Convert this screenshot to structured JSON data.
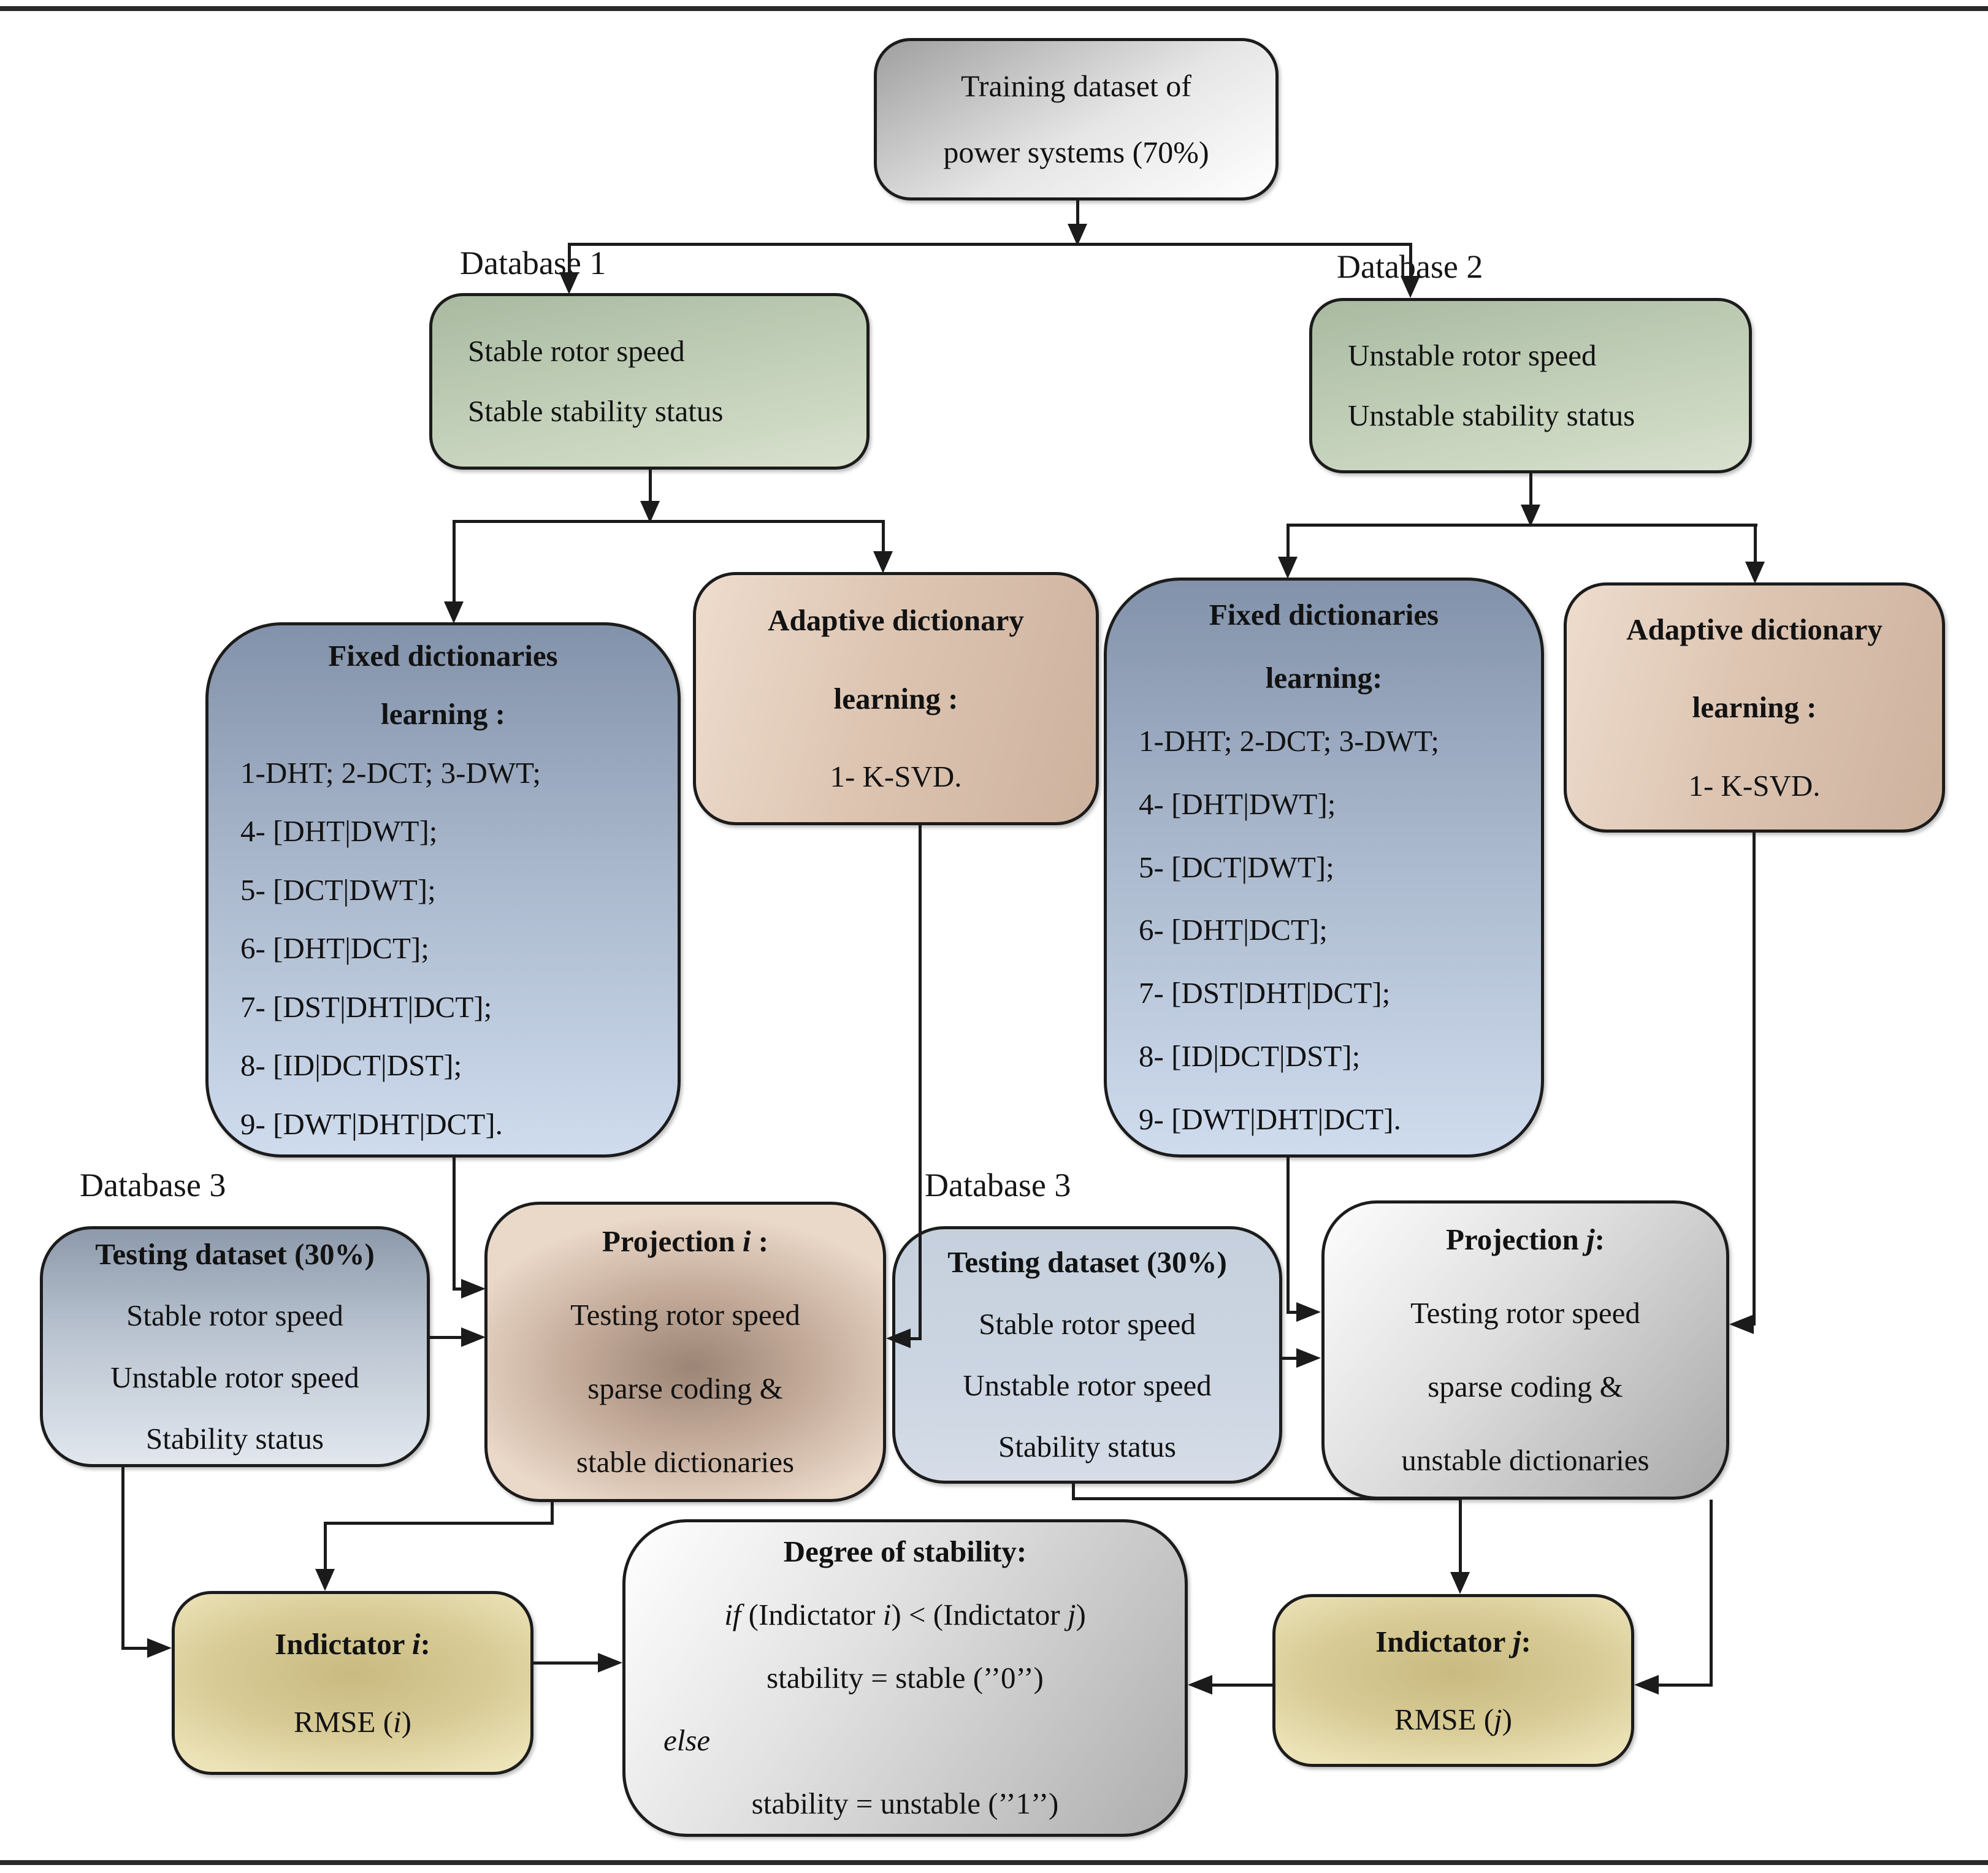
{
  "palette": {
    "line_color": "#1b1b1b",
    "training_fill": "#c9c9c9",
    "database_fill_green": "#bccab3",
    "fixed_dictionary_fill_blue": "#a9b7cc",
    "adaptive_dictionary_fill_tan": "#ddc5b2",
    "testing_left_fill_gray_blue": "#bac4d1",
    "testing_mid_fill_light_blue": "#ccd5e2",
    "projection_i_fill_tan": "#c3aa99",
    "projection_j_fill_gray": "#d5d5d5",
    "indicator_fill_khaki": "#d8cb96",
    "degree_fill_gray": "#dcdcdc"
  },
  "training": {
    "lines": [
      "Training dataset of",
      "power systems (70%)"
    ]
  },
  "labels": {
    "database1": "Database 1",
    "database2": "Database 2",
    "database3_left": "Database 3",
    "database3_mid": "Database 3"
  },
  "green1": {
    "lines": [
      "Stable rotor speed",
      "Stable stability status"
    ]
  },
  "green2": {
    "lines": [
      "Unstable rotor speed",
      "Unstable stability status"
    ]
  },
  "fixed_left": {
    "title_lines": [
      "Fixed dictionaries",
      "learning :"
    ],
    "items": [
      "1-DHT; 2-DCT; 3-DWT;",
      "4- [DHT|DWT];",
      "5- [DCT|DWT];",
      "6- [DHT|DCT];",
      "7- [DST|DHT|DCT];",
      "8- [ID|DCT|DST];",
      "9- [DWT|DHT|DCT]."
    ]
  },
  "fixed_right": {
    "title_lines": [
      "Fixed dictionaries",
      "learning:"
    ],
    "items": [
      "1-DHT; 2-DCT; 3-DWT;",
      "4- [DHT|DWT];",
      "5- [DCT|DWT];",
      "6- [DHT|DCT];",
      "7- [DST|DHT|DCT];",
      "8- [ID|DCT|DST];",
      "9- [DWT|DHT|DCT]."
    ]
  },
  "adaptive_left": {
    "title_lines": [
      "Adaptive dictionary",
      "learning :"
    ],
    "item": "1- K-SVD."
  },
  "adaptive_right": {
    "title_lines": [
      "Adaptive dictionary",
      "learning :"
    ],
    "item": "1- K-SVD."
  },
  "db3_left": {
    "lines": [
      "Testing dataset (30%)",
      "Stable rotor speed",
      "Unstable rotor speed",
      "Stability status"
    ]
  },
  "db3_mid": {
    "lines": [
      "Testing dataset (30%)",
      "Stable rotor speed",
      "Unstable rotor speed",
      "Stability status"
    ]
  },
  "proj_i": {
    "title_parts": [
      "Projection ",
      "i",
      " :"
    ],
    "lines": [
      "Testing rotor speed",
      "sparse coding &",
      "stable dictionaries"
    ]
  },
  "proj_j": {
    "title_parts": [
      "Projection ",
      "j",
      ":"
    ],
    "lines": [
      "Testing rotor speed",
      "sparse coding &",
      "unstable dictionaries"
    ]
  },
  "ind_i": {
    "title_parts": [
      "Indictator ",
      "i",
      ":"
    ],
    "value_parts": [
      "RMSE (",
      "i",
      ")"
    ]
  },
  "ind_j": {
    "title_parts": [
      "Indictator ",
      "j",
      ":"
    ],
    "value_parts": [
      "RMSE (",
      "j",
      ")"
    ]
  },
  "degree": {
    "title": "Degree of stability:",
    "if_parts": [
      "if",
      " (Indictator ",
      "i",
      ") < (Indictator ",
      "j",
      ")"
    ],
    "stable_line": "stability = stable (’’0’’)",
    "else_line": "else",
    "unstable_line": "stability = unstable (’’1’’)"
  }
}
